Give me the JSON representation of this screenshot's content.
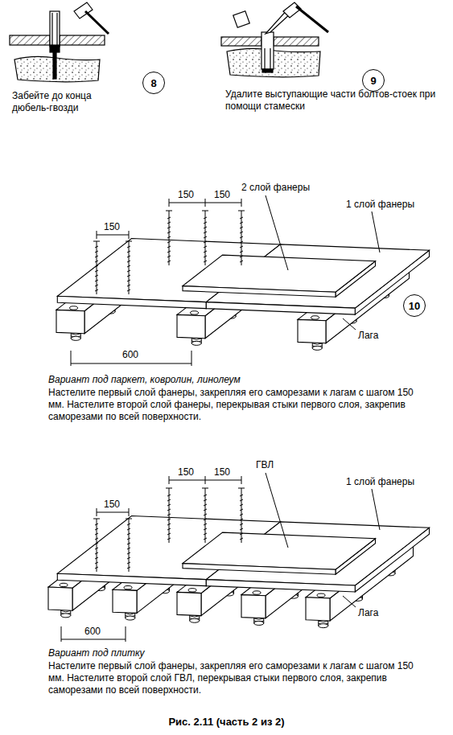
{
  "diagram": {
    "caption": "Рис. 2.11 (часть 2 из 2)",
    "nodes": [
      {
        "text": [
          "8"
        ]
      },
      {
        "text": [
          "9"
        ]
      },
      {
        "text": [
          "10"
        ]
      }
    ],
    "labels": [
      "Забейте до конца дюбель-гвозди",
      "Удалите выступающие части болтов-стоек при помощи стамески",
      "150",
      "150",
      "150",
      "2 слой фанеры",
      "1 слой фанеры",
      "600",
      "Лага",
      "Вариант под паркет, ковролин, линолеум",
      "Настелите первый слой фанеры, закрепляя его саморезами к лагам с шагом 150 мм. Настелите второй слой фанеры, перекрывая стыки первого слоя, закрепив саморезами по всей поверхности.",
      "150",
      "150",
      "150",
      "ГВЛ",
      "1 слой фанеры",
      "600",
      "Лага",
      "Вариант под плитку",
      "Настелите первый слой фанеры, закрепляя его саморезами к лагам с шагом 150 мм. Настелите второй слой ГВЛ, перекрывая стыки первого слоя, закрепив саморезами по всей поверхности."
    ]
  }
}
